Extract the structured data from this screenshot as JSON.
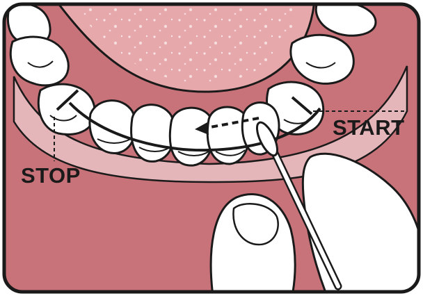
{
  "labels": {
    "start": "START",
    "stop": "STOP"
  },
  "colors": {
    "gum": "#c8737a",
    "gum_dark": "#b86069",
    "gum_edge": "#e5b6b9",
    "palate": "#e7a8ab",
    "tooth": "#ffffff",
    "outline": "#1a1a1a",
    "swab_tip": "#ffffff"
  },
  "icons": [
    "mouth-illustration",
    "cotton-swab-icon",
    "finger-icon",
    "dashed-arrow-icon"
  ]
}
